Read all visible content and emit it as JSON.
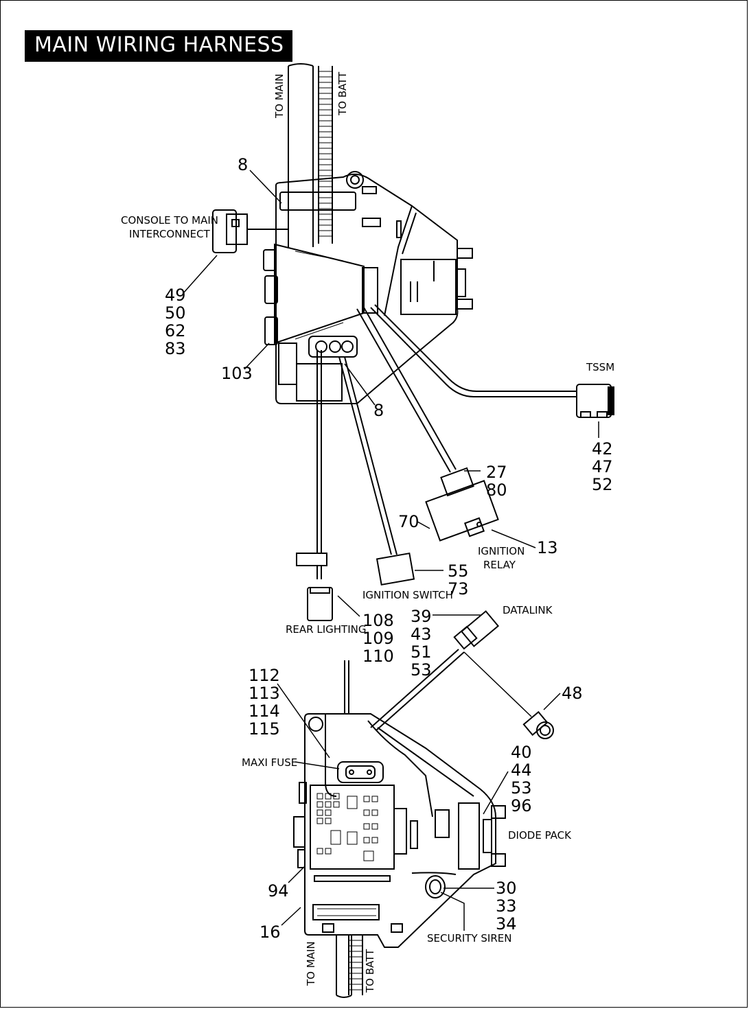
{
  "title": "MAIN WIRING HARNESS",
  "labels": {
    "to_main_top": "TO MAIN",
    "to_batt_top": "TO BATT",
    "console_line1": "CONSOLE TO MAIN",
    "console_line2": "INTERCONNECT",
    "tssm": "TSSM",
    "ignition_relay_line1": "IGNITION",
    "ignition_relay_line2": "RELAY",
    "ignition_switch": "IGNITION SWITCH",
    "rear_lighting": "REAR LIGHTING",
    "datalink": "DATALINK",
    "maxi_fuse": "MAXI FUSE",
    "diode_pack": "DIODE PACK",
    "security_siren": "SECURITY SIREN",
    "to_main_bottom": "TO MAIN",
    "to_batt_bottom": "TO BATT"
  },
  "callouts": {
    "c8_top": "8",
    "console_nums": [
      "49",
      "50",
      "62",
      "83"
    ],
    "c103": "103",
    "c8_mid": "8",
    "tssm_nums": [
      "42",
      "47",
      "52"
    ],
    "c27_80": [
      "27",
      "80"
    ],
    "c70": "70",
    "c13": "13",
    "c55_73": [
      "55",
      "73"
    ],
    "rear_nums": [
      "108",
      "109",
      "110"
    ],
    "datalink_nums": [
      "39",
      "43",
      "51",
      "53"
    ],
    "c48": "48",
    "maxi_nums": [
      "112",
      "113",
      "114",
      "115"
    ],
    "diode_nums": [
      "40",
      "44",
      "53",
      "96"
    ],
    "siren_nums": [
      "30",
      "33",
      "34"
    ],
    "c94": "94",
    "c16": "16"
  }
}
